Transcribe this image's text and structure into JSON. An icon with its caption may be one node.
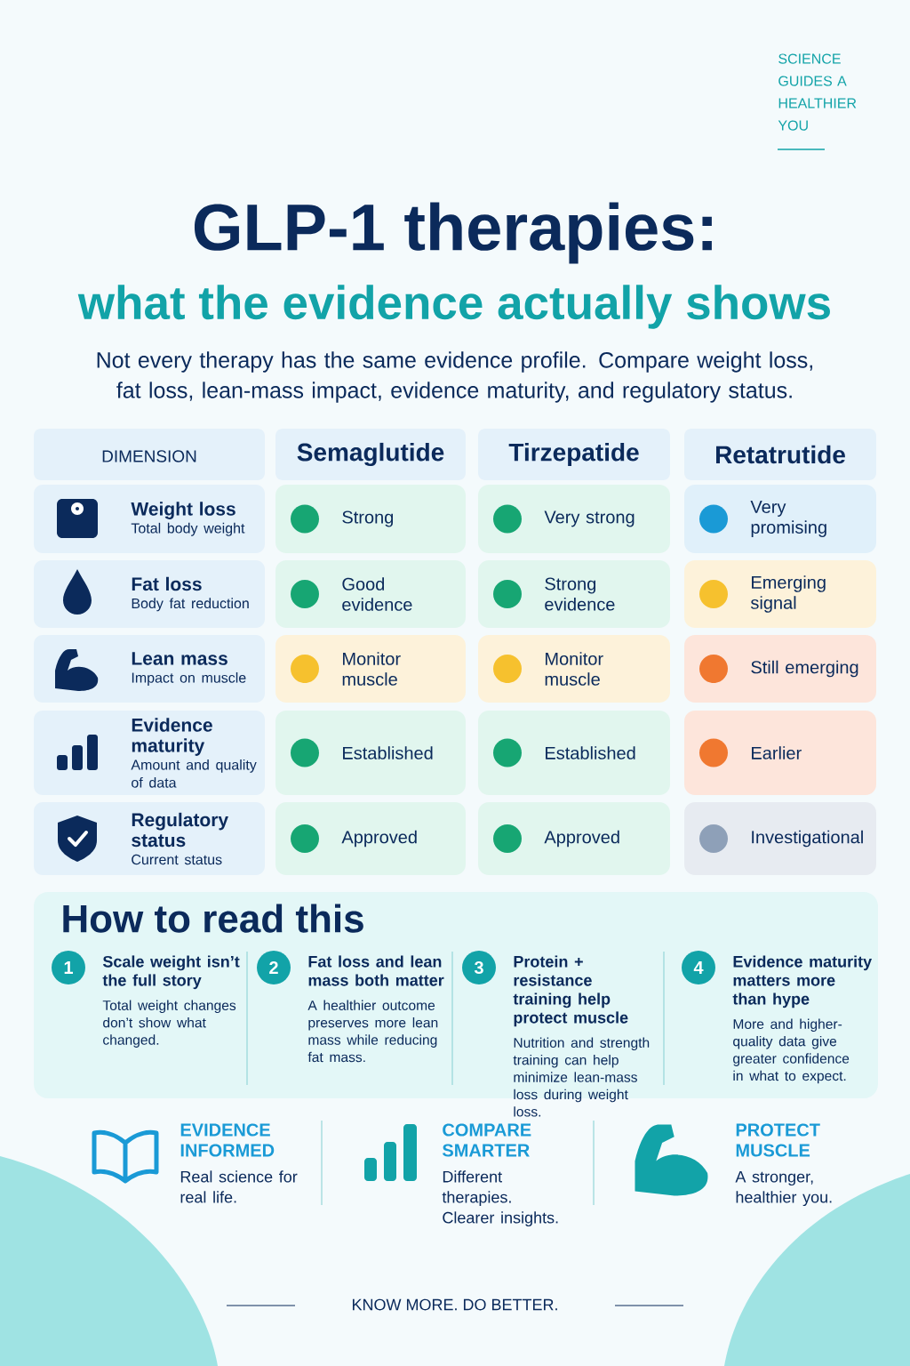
{
  "diagram": {
    "title": "GLP-1 therapies:",
    "labels": [
      "what the evidence actually shows",
      "Not every therapy has the same evidence profile. Compare weight loss, fat loss, lean-mass impact, evidence maturity, and regulatory status.",
      "SCIENCE GUIDES A HEALTHIER YOU",
      "DIMENSION",
      "Semaglutide",
      "Tirzepatide",
      "Retatrutide",
      "Weight loss",
      "Total body weight",
      "Strong",
      "Very strong",
      "Very promising",
      "Fat loss",
      "Body fat reduction",
      "Good evidence",
      "Strong evidence",
      "Emerging signal",
      "Lean mass",
      "Impact on muscle",
      "Monitor muscle",
      "Monitor muscle",
      "Still emerging",
      "Evidence maturity",
      "Amount and quality of data",
      "Established",
      "Established",
      "Earlier",
      "Regulatory status",
      "Current status",
      "Approved",
      "Approved",
      "Investigational",
      "How to read this",
      "1",
      "Scale weight isn’t the full story",
      "Total weight changes don’t show what changed.",
      "2",
      "Fat loss and lean mass both matter",
      "A healthier outcome preserves more lean mass while reducing fat mass.",
      "3",
      "Protein + resistance training help protect muscle",
      "Nutrition and strength training can help minimize lean-mass loss during weight loss.",
      "4",
      "Evidence maturity matters more than hype",
      "More and higher-quality data give greater confidence in what to expect.",
      "EVIDENCE INFORMED",
      "Real science for real life.",
      "COMPARE SMARTER",
      "Different therapies. Clearer insights.",
      "PROTECT MUSCLE",
      "A stronger, healthier you.",
      "KNOW MORE. DO BETTER."
    ]
  }
}
